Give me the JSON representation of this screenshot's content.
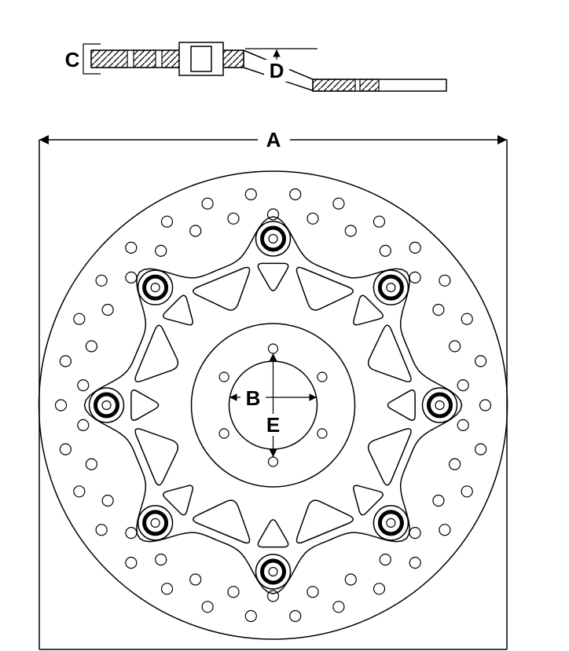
{
  "colors": {
    "line": "#000000",
    "background": "#ffffff"
  },
  "cross_section": {
    "thickness_label": "C",
    "offset_label": "D"
  },
  "front_view": {
    "outer_diameter_label": "A",
    "bore_diameter_label": "B",
    "bolt_circle_label": "E"
  }
}
